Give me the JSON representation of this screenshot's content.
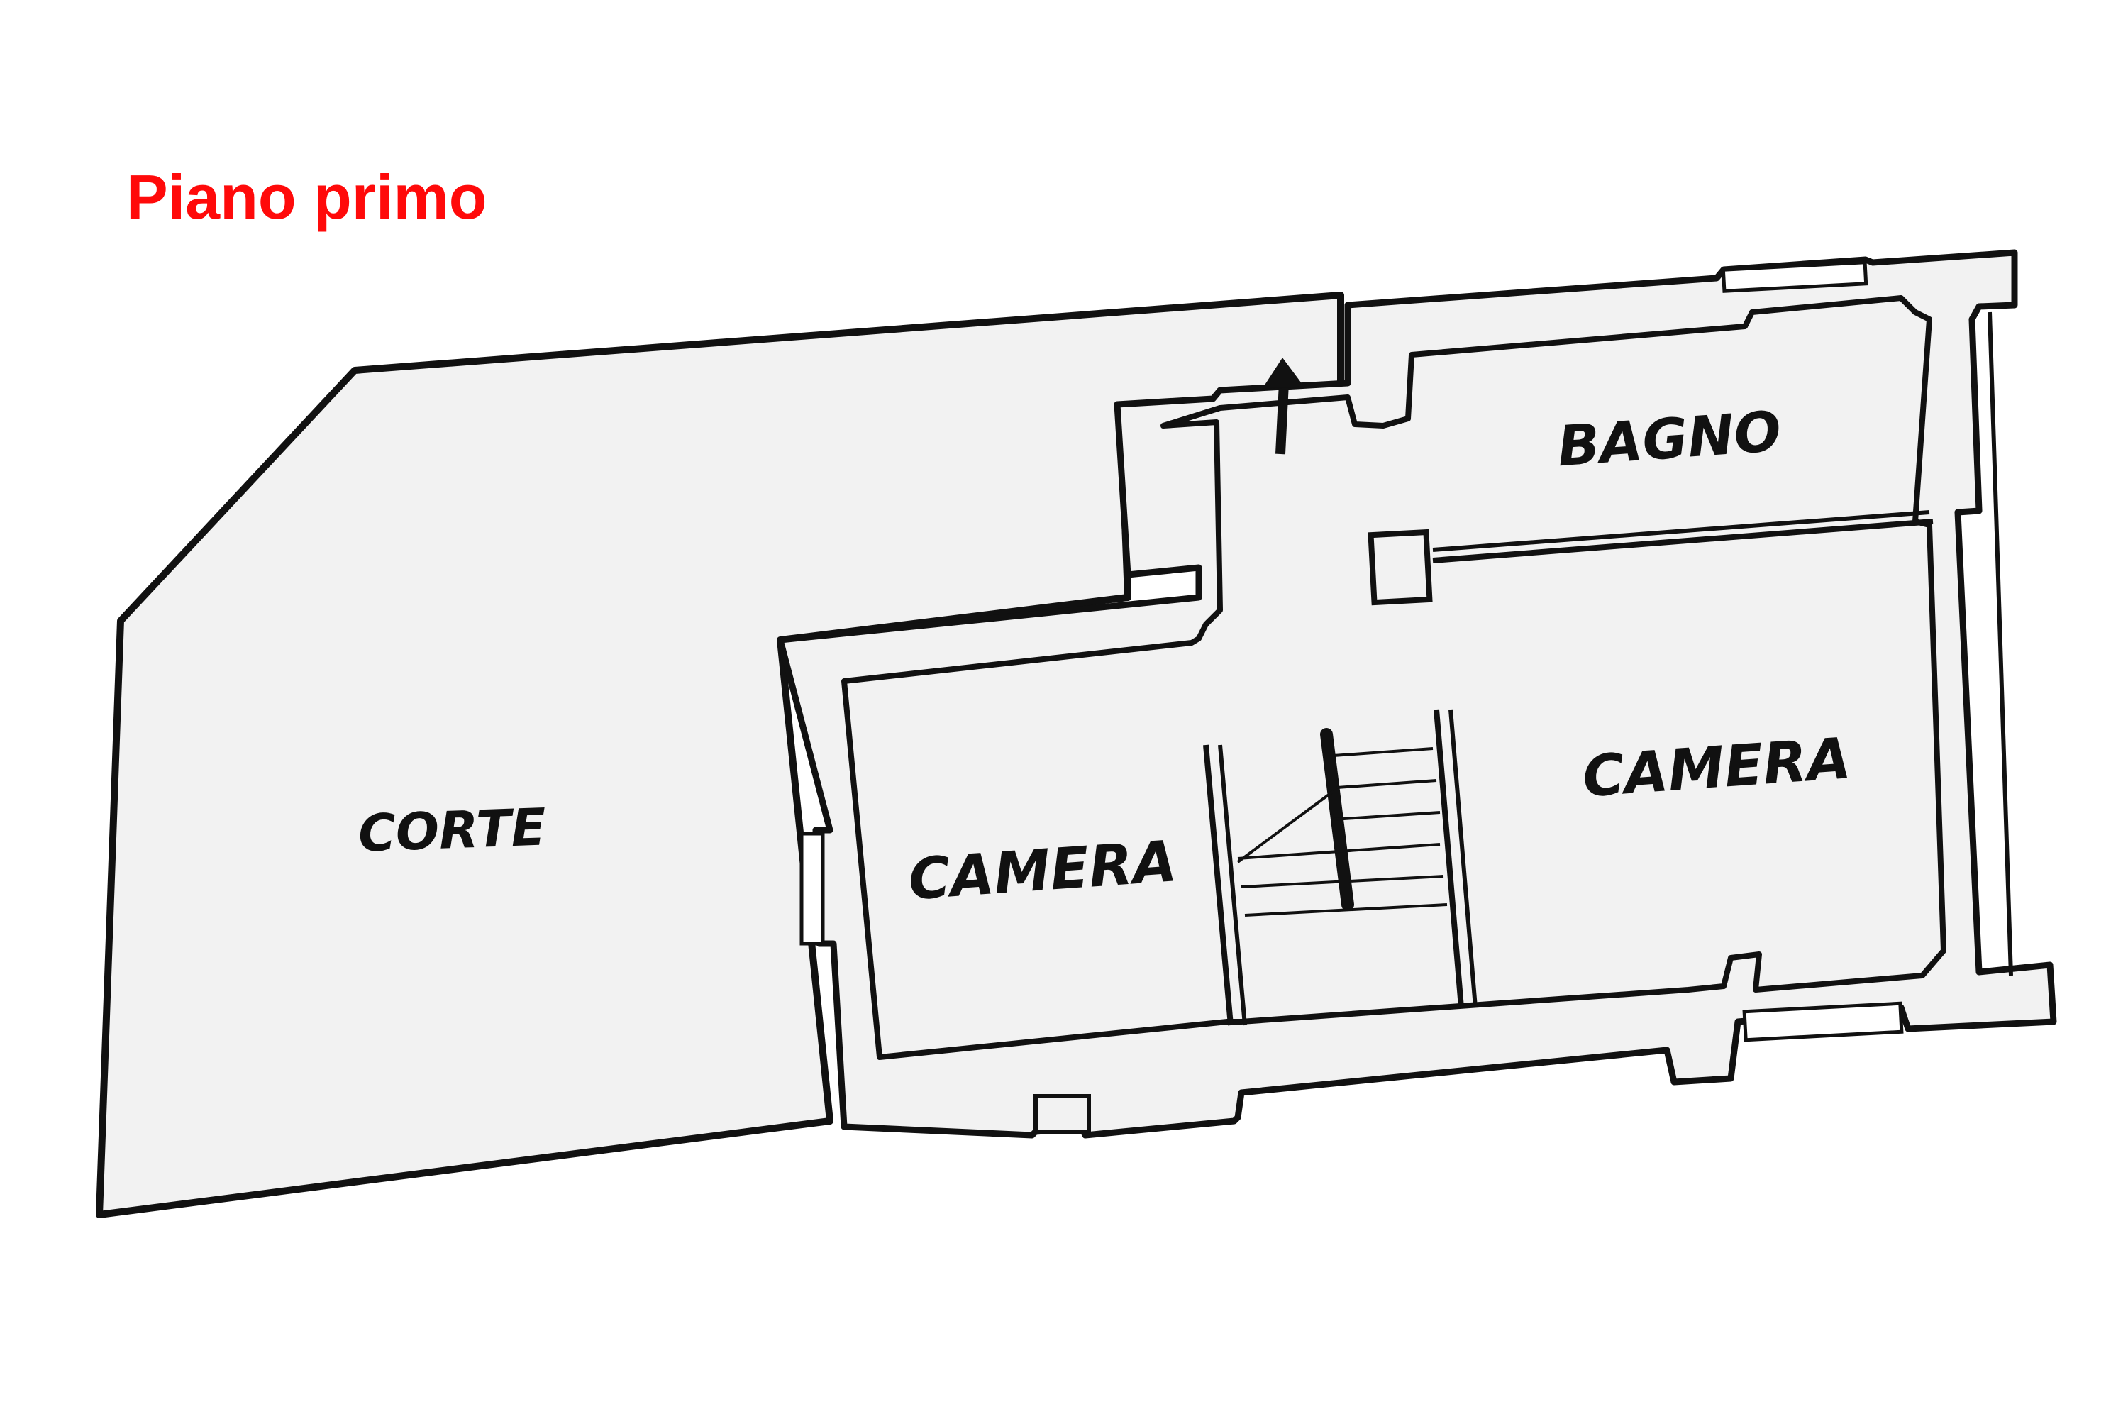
{
  "floor_title": "Piano primo",
  "rooms": {
    "corte": "CORTE",
    "camera_left": "CAMERA",
    "camera_right": "CAMERA",
    "bagno": "BAGNO"
  },
  "colors": {
    "title": "#ff0a0a",
    "wall_fill": "#f2f2f2",
    "wall_stroke": "#111111",
    "label": "#111111"
  }
}
